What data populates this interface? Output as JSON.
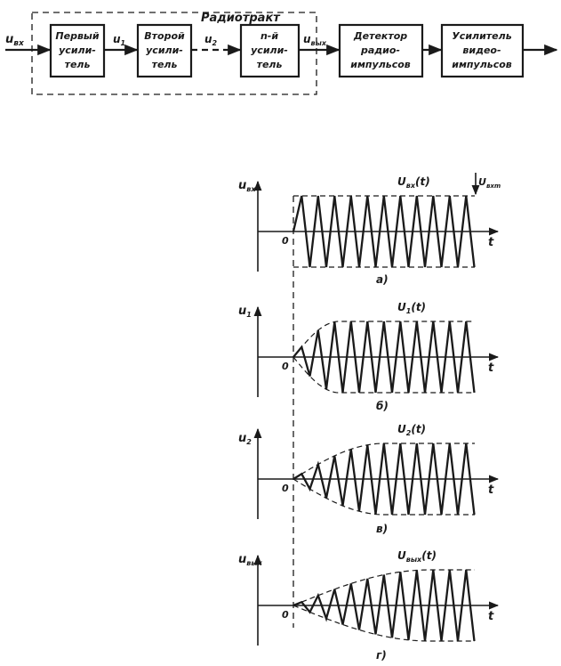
{
  "block_diagram": {
    "input_signal": "u",
    "input_sub": "вх",
    "radio_path_label": "Радиотракт",
    "blocks": [
      {
        "lines": [
          "Первый",
          "усили-",
          "тель"
        ]
      },
      {
        "lines": [
          "Второй",
          "усили-",
          "тель"
        ]
      },
      {
        "lines": [
          "n-й",
          "усили-",
          "тель"
        ]
      },
      {
        "lines": [
          "Детектор",
          "радио-",
          "импульсов"
        ]
      },
      {
        "lines": [
          "Усилитель",
          "видео-",
          "импульсов"
        ]
      }
    ],
    "signals": [
      {
        "main": "u",
        "sub": "1"
      },
      {
        "main": "u",
        "sub": "2"
      },
      {
        "main": "u",
        "sub": "вых"
      }
    ]
  },
  "plots": [
    {
      "y_main": "u",
      "y_sub": "вх",
      "curve_main": "U",
      "curve_sub": "вх",
      "curve_suffix": "(t)",
      "amp_main": "U",
      "amp_sub": "вхm",
      "origin": "0",
      "x_label": "t",
      "caption": "а)",
      "amp_rise": 0
    },
    {
      "y_main": "u",
      "y_sub": "1",
      "curve_main": "U",
      "curve_sub": "1",
      "curve_suffix": "(t)",
      "origin": "0",
      "x_label": "t",
      "caption": "б)",
      "amp_rise": 0.25
    },
    {
      "y_main": "u",
      "y_sub": "2",
      "curve_main": "U",
      "curve_sub": "2",
      "curve_suffix": "(t)",
      "origin": "0",
      "x_label": "t",
      "caption": "в)",
      "amp_rise": 0.5
    },
    {
      "y_main": "u",
      "y_sub": "вых",
      "curve_main": "U",
      "curve_sub": "вых",
      "curve_suffix": "(t)",
      "origin": "0",
      "x_label": "t",
      "caption": "г)",
      "amp_rise": 0.75
    }
  ]
}
